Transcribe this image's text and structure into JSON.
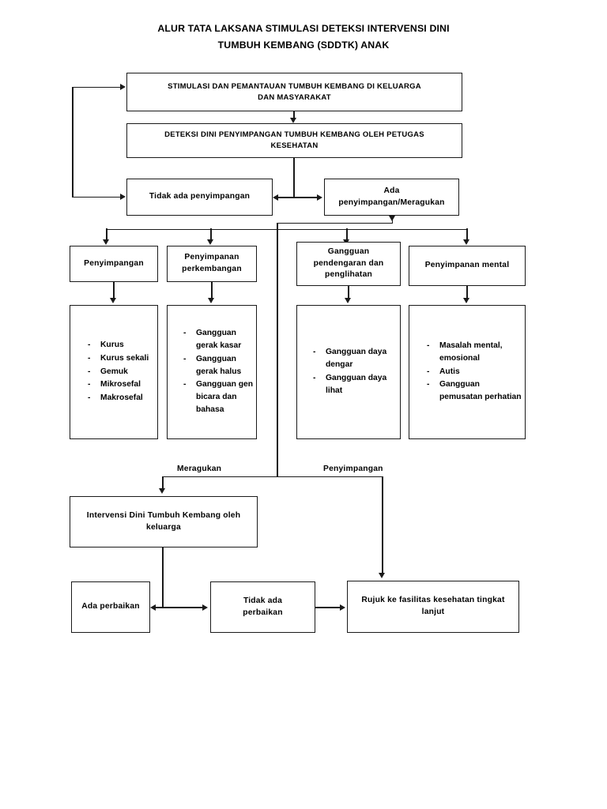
{
  "title": {
    "line1": "ALUR TATA LAKSANA STIMULASI DETEKSI INTERVENSI DINI",
    "line2": "TUMBUH KEMBANG (SDDTK) ANAK"
  },
  "nodes": {
    "stimulasi": {
      "line1": "STIMULASI DAN PEMANTAUAN TUMBUH KEMBANG DI KELUARGA",
      "line2": "DAN MASYARAKAT"
    },
    "deteksi": {
      "line1": "DETEKSI DINI PENYIMPANGAN TUMBUH KEMBANG OLEH PETUGAS",
      "line2": "KESEHATAN"
    },
    "tidak_ada_penyimpangan": "Tidak ada penyimpangan",
    "ada_penyimpangan": {
      "line1": "Ada",
      "line2": "penyimpangan/Meragukan"
    },
    "kat_penyimpangan": "Penyimpangan",
    "kat_perkembangan": {
      "line1": "Penyimpanan",
      "line2": "perkembangan"
    },
    "kat_pendengaran": {
      "line1": "Gangguan",
      "line2": "pendengaran dan",
      "line3": "penglihatan"
    },
    "kat_mental": "Penyimpanan mental",
    "intervensi": {
      "line1": "Intervensi Dini Tumbuh Kembang oleh",
      "line2": "keluarga"
    },
    "ada_perbaikan": "Ada perbaikan",
    "tidak_ada_perbaikan": {
      "line1": "Tidak ada",
      "line2": "perbaikan"
    },
    "rujuk": {
      "line1": "Rujuk ke fasilitas kesehatan tingkat",
      "line2": "lanjut"
    }
  },
  "detail_lists": {
    "fisik": [
      "Kurus",
      "Kurus sekali",
      "Gemuk",
      "Mikrosefal",
      "Makrosefal"
    ],
    "perkembangan": [
      "Gangguan gerak kasar",
      "Gangguan gerak halus",
      "Gangguan gen bicara dan bahasa"
    ],
    "sensorik": [
      "Gangguan daya dengar",
      "Gangguan daya lihat"
    ],
    "mental": [
      "Masalah mental, emosional",
      "Autis",
      "Gangguan pemusatan perhatian"
    ]
  },
  "edge_labels": {
    "meragukan": "Meragukan",
    "penyimpangan": "Penyimpangan"
  },
  "colors": {
    "stroke": "#1a1a1a",
    "background": "#ffffff",
    "text": "#000000"
  }
}
